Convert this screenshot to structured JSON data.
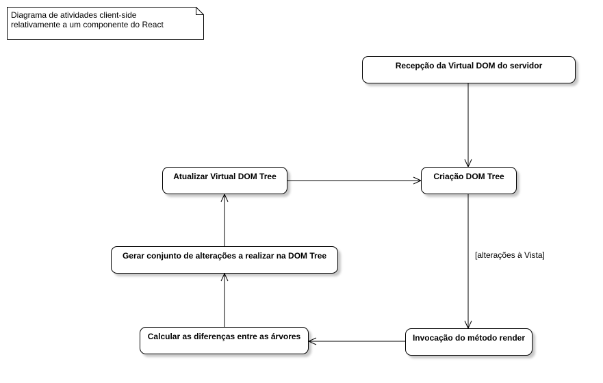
{
  "note": {
    "line1": "Diagrama de atividades client-side",
    "line2": "relativamente a um componente do React"
  },
  "nodes": {
    "recepcao": "Recepção da Virtual DOM do servidor",
    "criacao": "Criação DOM Tree",
    "atualizar": "Atualizar Virtual DOM Tree",
    "gerar": "Gerar conjunto de alterações a realizar na DOM Tree",
    "calcular": "Calcular as diferenças entre as árvores",
    "invocacao": "Invocação do método render"
  },
  "guard": "[alterações à Vista]"
}
